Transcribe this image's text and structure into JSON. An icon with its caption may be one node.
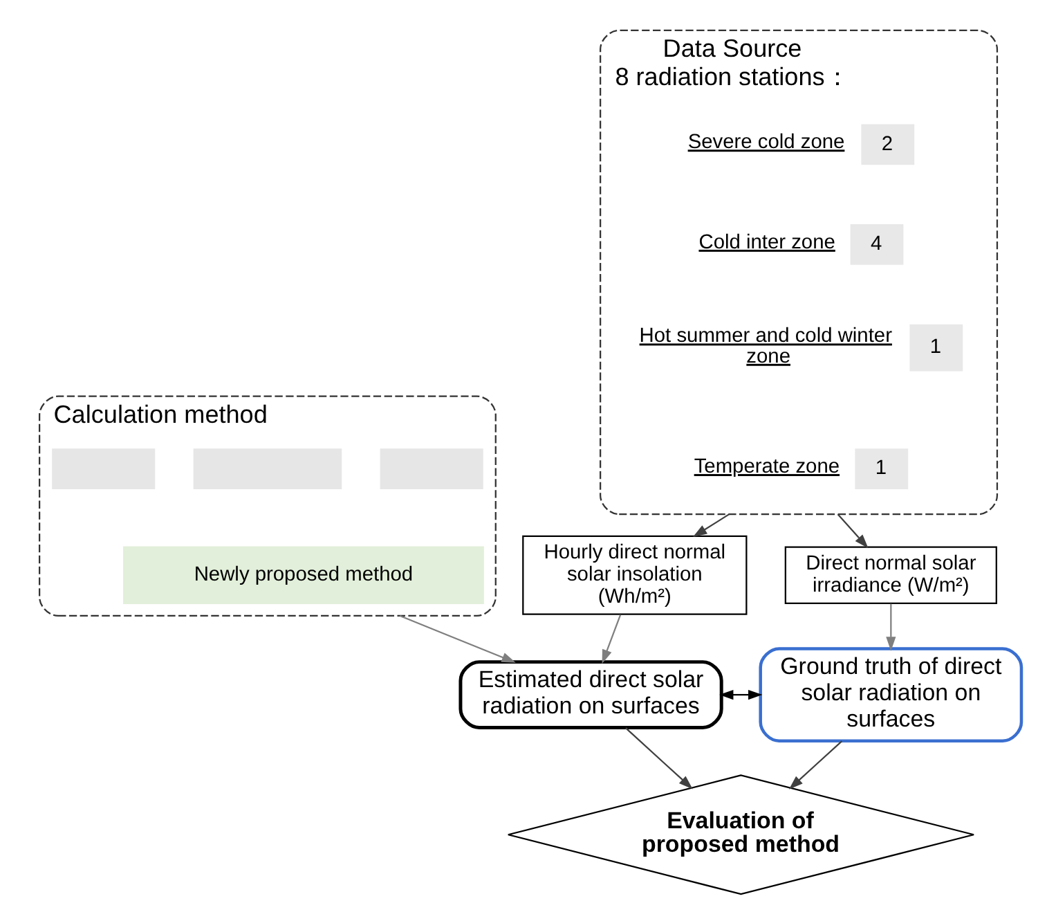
{
  "diagram": {
    "nodes": [
      {
        "text": [
          "Data Source",
          "8 radiation stations："
        ]
      },
      {
        "text": [
          "2"
        ],
        "beside": [
          "Severe cold zone"
        ],
        "in": 0
      },
      {
        "text": [
          "4"
        ],
        "beside": [
          "Cold inter zone"
        ],
        "in": 0
      },
      {
        "text": [
          "1"
        ],
        "beside": [
          "Hot summer and cold winter zone"
        ],
        "in": 0
      },
      {
        "text": [
          "1"
        ],
        "beside": [
          "Temperate zone"
        ],
        "in": 0
      },
      {
        "text": [
          "Direct normal solar irradiance (W/m²)"
        ]
      },
      {
        "text": [
          "Hourly direct normal solar insolation (Wh/m²)"
        ]
      },
      {
        "text": [
          "Calculation method"
        ]
      },
      {
        "text": [],
        "shape": "box",
        "in": 7
      },
      {
        "text": [],
        "shape": "box",
        "in": 7
      },
      {
        "text": [],
        "shape": "box",
        "in": 7
      },
      {
        "text": [
          "Newly proposed method"
        ],
        "in": 7
      },
      {
        "text": [
          "Estimated direct solar radiation on surfaces"
        ]
      },
      {
        "text": [
          "Ground truth of direct solar radiation on surfaces"
        ]
      },
      {
        "text": [
          "Evaluation of proposed method"
        ]
      }
    ],
    "edges": [
      {
        "from": 0,
        "to": 5,
        "arrow": "to",
        "color": "#404040"
      },
      {
        "from": 0,
        "to": 6,
        "arrow": "to",
        "color": "#404040"
      },
      {
        "from": 5,
        "to": 13,
        "arrow": "to"
      },
      {
        "from": 6,
        "to": 12,
        "arrow": "to"
      },
      {
        "from": 7,
        "to": 12,
        "arrow": "to"
      },
      {
        "from": 12,
        "to": 13,
        "arrow": "both",
        "color": "#000000"
      },
      {
        "from": 12,
        "to": 14,
        "arrow": "to",
        "color": "#404040"
      },
      {
        "from": 13,
        "to": 14,
        "arrow": "to",
        "color": "#404040"
      }
    ]
  }
}
